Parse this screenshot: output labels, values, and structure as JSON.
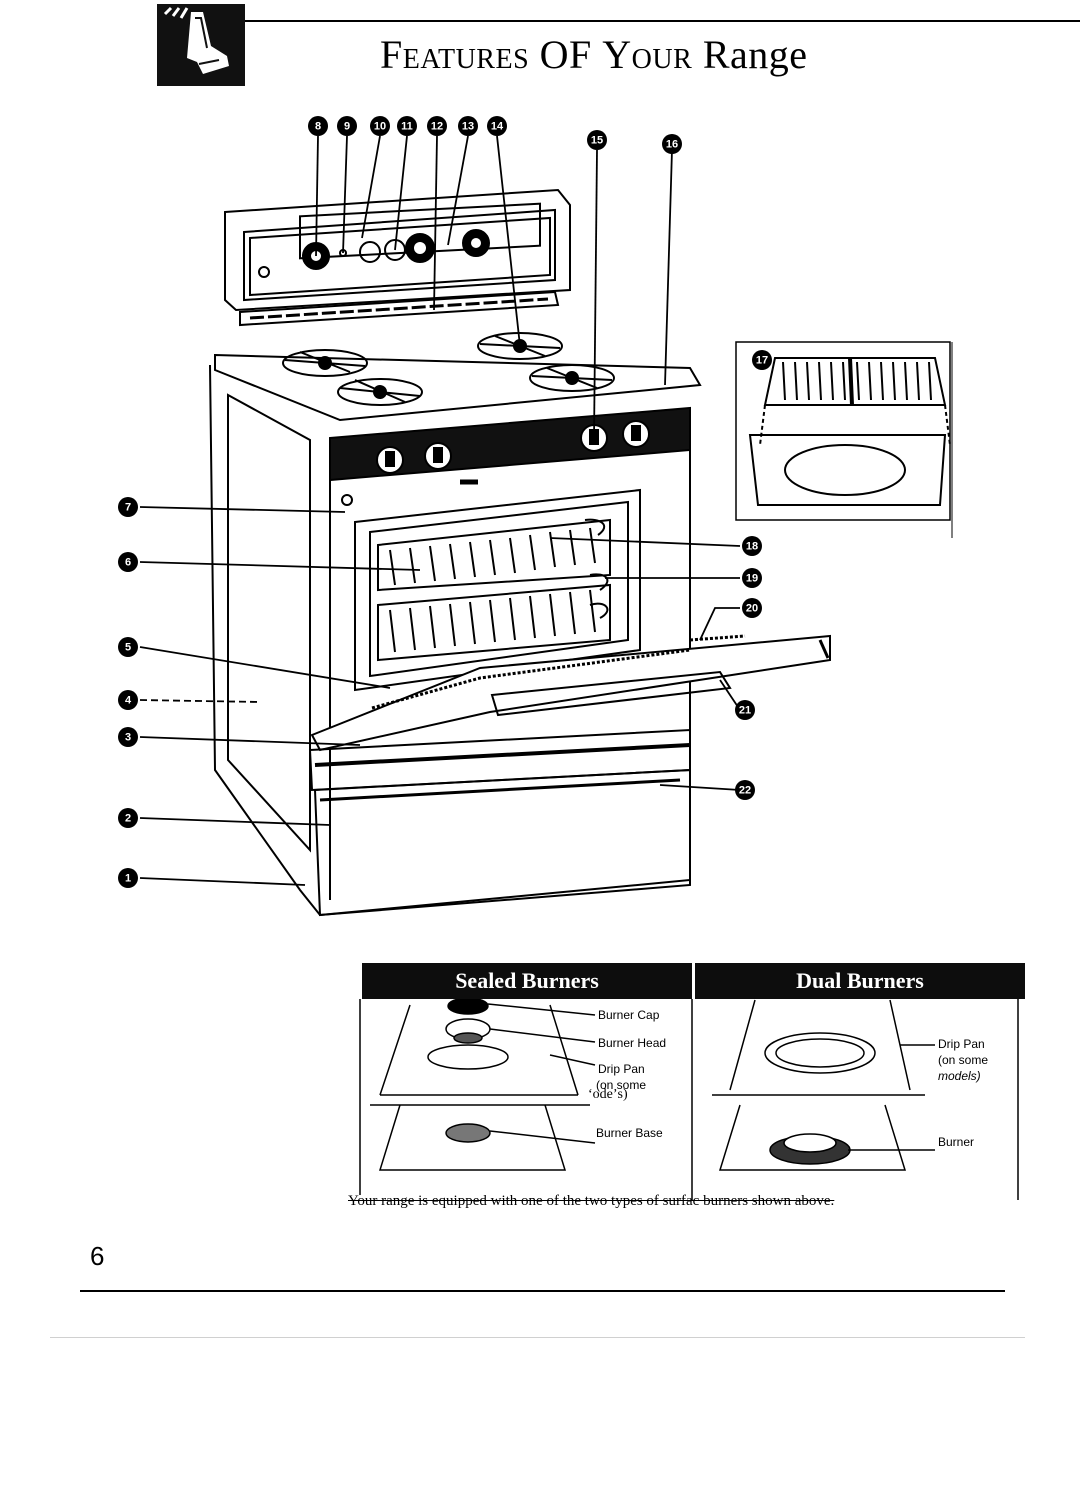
{
  "header": {
    "title_parts": [
      "Features",
      " OF ",
      "Your",
      " Range"
    ],
    "logo_icon": "hand-pointer-icon"
  },
  "illustration": {
    "subject": "free-standing-gas-range",
    "callouts": [
      "1",
      "2",
      "3",
      "4",
      "5",
      "6",
      "7",
      "8",
      "9",
      "10",
      "11",
      "12",
      "13",
      "14",
      "15",
      "16",
      "17",
      "18",
      "19",
      "20",
      "21",
      "22"
    ]
  },
  "burners": {
    "sealed": {
      "heading": "Sealed Burners",
      "labels": {
        "cap": "Burner Cap",
        "head": "Burner Head",
        "drip_pan": "Drip Pan",
        "drip_pan_note_1": "(on some",
        "drip_pan_note_2": "ʻodeʼs)",
        "base": "Burner Base"
      }
    },
    "dual": {
      "heading": "Dual Burners",
      "labels": {
        "drip_pan": "Drip Pan",
        "drip_pan_note_1": "(on some",
        "drip_pan_note_2": "models)",
        "burner": "Burner"
      }
    },
    "caption": "Your range is equipped with one of the two types of surfac burners shown above."
  },
  "page_number": "6",
  "colors": {
    "ink": "#000000",
    "paper": "#ffffff",
    "banner": "#0d0d0d"
  }
}
